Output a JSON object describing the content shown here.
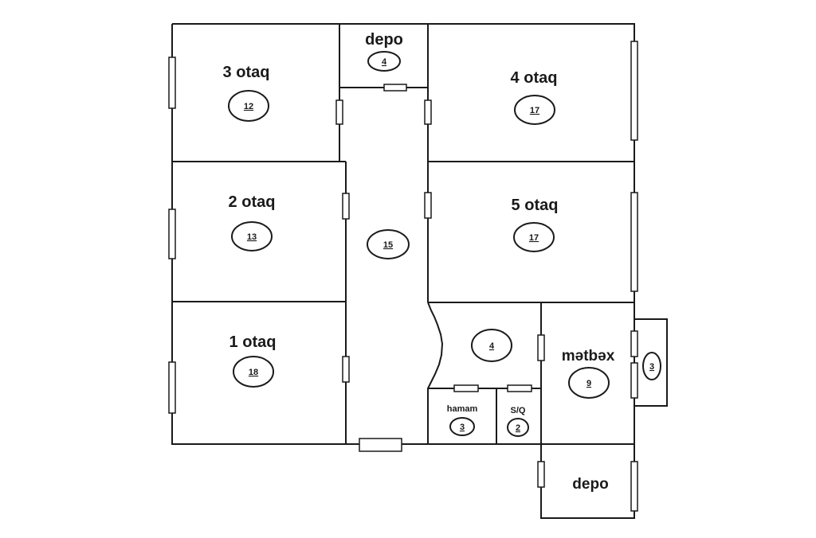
{
  "rooms": {
    "room3": {
      "label": "3 otaq",
      "area": "12"
    },
    "depo_top": {
      "label": "depo",
      "area": "4"
    },
    "room4": {
      "label": "4 otaq",
      "area": "17"
    },
    "room2": {
      "label": "2 otaq",
      "area": "13"
    },
    "corridor": {
      "area": "15"
    },
    "room5": {
      "label": "5 otaq",
      "area": "17"
    },
    "room1": {
      "label": "1 otaq",
      "area": "18"
    },
    "hall": {
      "area": "4"
    },
    "kitchen": {
      "label": "mətbəx",
      "area": "9"
    },
    "balcony": {
      "area": "3"
    },
    "bath": {
      "label": "hamam",
      "area": "3"
    },
    "wc": {
      "label": "S/Q",
      "area": "2"
    },
    "depo_bottom": {
      "label": "depo"
    }
  }
}
